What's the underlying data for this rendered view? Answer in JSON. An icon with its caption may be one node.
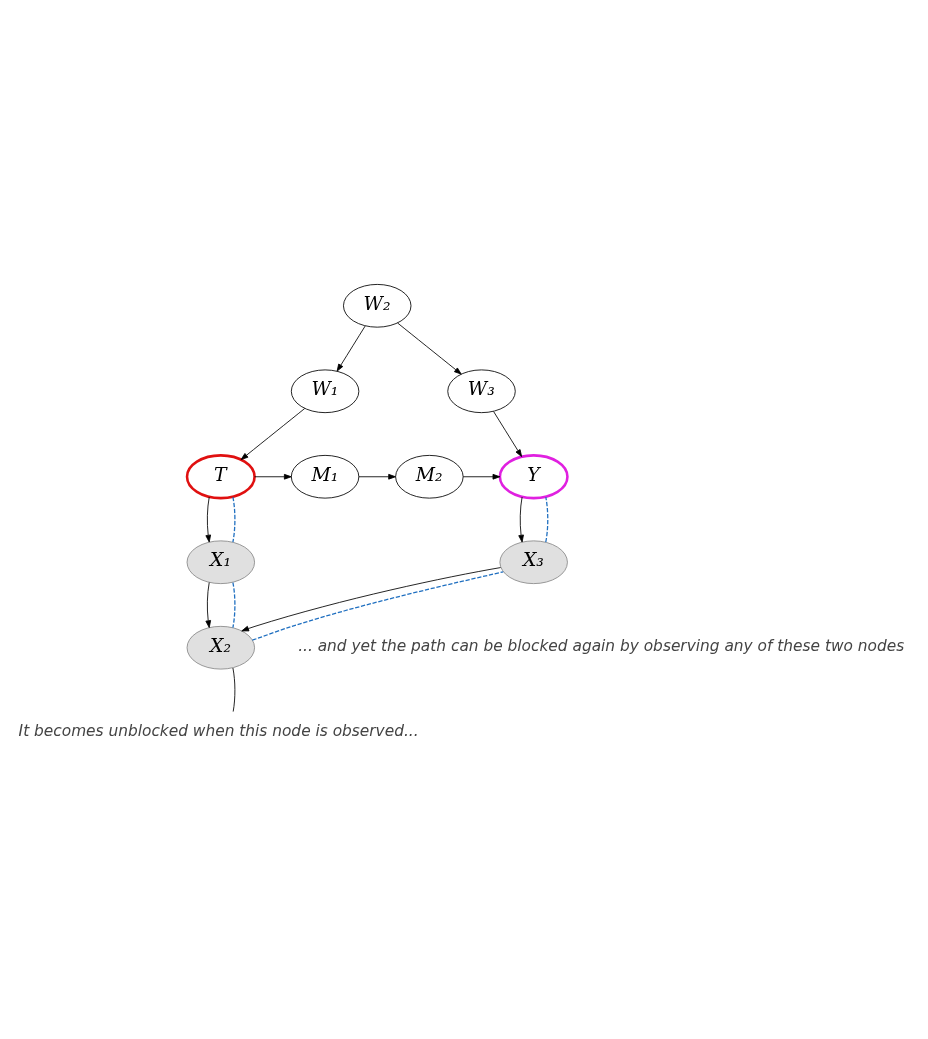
{
  "diagram": {
    "nodes": [
      {
        "text": [
          "W₂"
        ]
      },
      {
        "text": [
          "W₁"
        ]
      },
      {
        "text": [
          "W₃"
        ]
      },
      {
        "text": [
          "T"
        ]
      },
      {
        "text": [
          "M₁"
        ]
      },
      {
        "text": [
          "M₂"
        ]
      },
      {
        "text": [
          "Y"
        ]
      },
      {
        "text": [
          "X₁"
        ]
      },
      {
        "text": [
          "X₃"
        ]
      },
      {
        "text": [
          "X₂"
        ]
      },
      {
        "text": [
          "It becomes unblocked when this node is observed..."
        ]
      }
    ],
    "edges": [
      {
        "from": 0,
        "to": 1,
        "arrow": "to"
      },
      {
        "from": 0,
        "to": 2,
        "arrow": "to"
      },
      {
        "from": 1,
        "to": 3,
        "arrow": "to"
      },
      {
        "from": 2,
        "to": 6,
        "arrow": "to"
      },
      {
        "from": 3,
        "to": 4,
        "arrow": "to"
      },
      {
        "from": 4,
        "to": 5,
        "arrow": "to"
      },
      {
        "from": 5,
        "to": 6,
        "arrow": "to"
      },
      {
        "from": 3,
        "to": 7,
        "arrow": "to"
      },
      {
        "from": 6,
        "to": 8,
        "arrow": "to"
      },
      {
        "from": 7,
        "to": 9,
        "arrow": "to"
      },
      {
        "from": 8,
        "to": 9,
        "arrow": "to"
      },
      {
        "from": 3,
        "to": 7,
        "arrow": "none",
        "style": "dashed",
        "color": "#1f6fc0"
      },
      {
        "from": 7,
        "to": 9,
        "arrow": "none",
        "style": "dashed",
        "color": "#1f6fc0"
      },
      {
        "from": 9,
        "to": 8,
        "arrow": "none",
        "style": "dashed",
        "color": "#1f6fc0"
      },
      {
        "from": 8,
        "to": 6,
        "arrow": "none",
        "style": "dashed",
        "color": "#1f6fc0"
      },
      {
        "from": 10,
        "to": 9,
        "arrow": "none"
      }
    ],
    "labels": [
      "... and yet the path can be blocked again by observing any of these two nodes"
    ]
  }
}
